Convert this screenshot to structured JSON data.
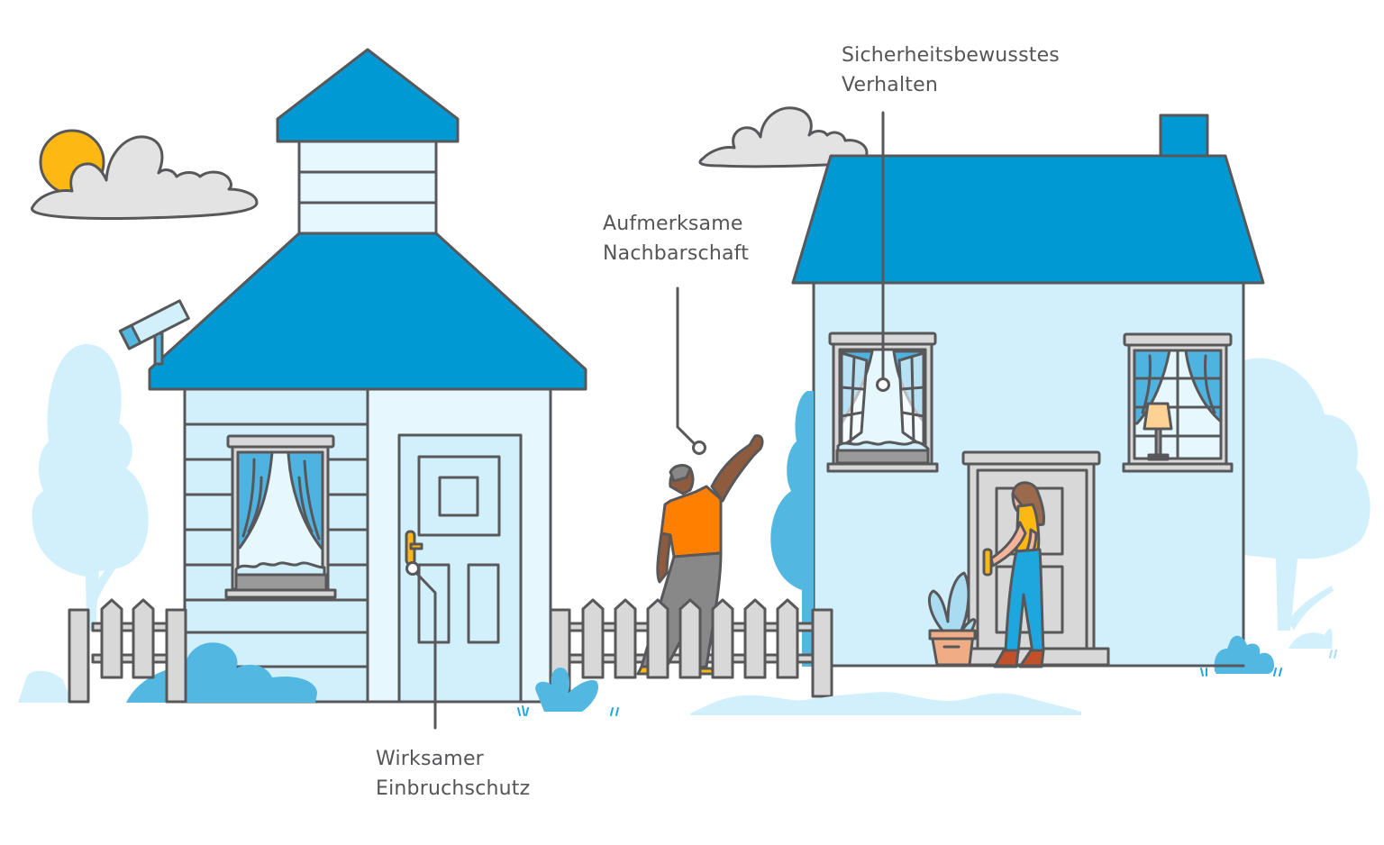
{
  "labels": {
    "behaviour": {
      "line1": "Sicherheitsbewusstes",
      "line2": "Verhalten"
    },
    "neighbourhood": {
      "line1": "Aufmerksame",
      "line2": "Nachbarschaft"
    },
    "protection": {
      "line1": "Wirksamer",
      "line2": "Einbruchschutz"
    }
  },
  "scene": {
    "elements": [
      "sun-behind-cloud",
      "cloud",
      "left-house-with-tower",
      "security-camera",
      "left-window-with-curtains",
      "left-door-with-yellow-handle",
      "picket-fence",
      "man-in-orange-shirt-pointing-up",
      "right-house-with-chimney",
      "open-window-with-curtains",
      "window-with-lamp",
      "woman-at-door",
      "potted-plant",
      "trees",
      "bushes"
    ]
  },
  "colors": {
    "roof_blue": "#0099d4",
    "wall_light_blue": "#d2f0fc",
    "wall_lighter_blue": "#e6f7fe",
    "curtain_blue": "#4fb3e1",
    "tree_pale_blue": "#d2f0fc",
    "bush_blue": "#52b8e2",
    "outline": "#58585a",
    "fence_gray": "#d8d8d8",
    "sun_yellow": "#fdb813",
    "cloud_gray": "#e3e3e3",
    "shirt_orange": "#ff7f00",
    "text_gray": "#555557"
  }
}
